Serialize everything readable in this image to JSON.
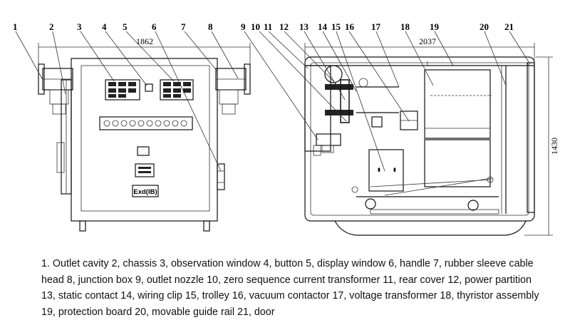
{
  "figure": {
    "callouts": [
      "1",
      "2",
      "3",
      "4",
      "5",
      "6",
      "7",
      "8",
      "9",
      "10",
      "11",
      "12",
      "13",
      "14",
      "15",
      "16",
      "17",
      "18",
      "19",
      "20",
      "21"
    ],
    "dimensions": {
      "front_width": "1862",
      "side_width": "2037",
      "height": "1430"
    },
    "panel_marking": "Exd(IB)"
  },
  "legend": {
    "text": "1. Outlet cavity 2, chassis 3, observation window 4, button 5, display window 6, handle 7, rubber sleeve cable head 8, junction box 9, outlet nozzle 10, zero sequence current transformer 11, rear cover 12, power partition 13, static contact 14, wiring clip 15, trolley 16, vacuum contactor 17, voltage transformer 18, thyristor assembly 19, protection board 20, movable guide rail 21, door"
  }
}
